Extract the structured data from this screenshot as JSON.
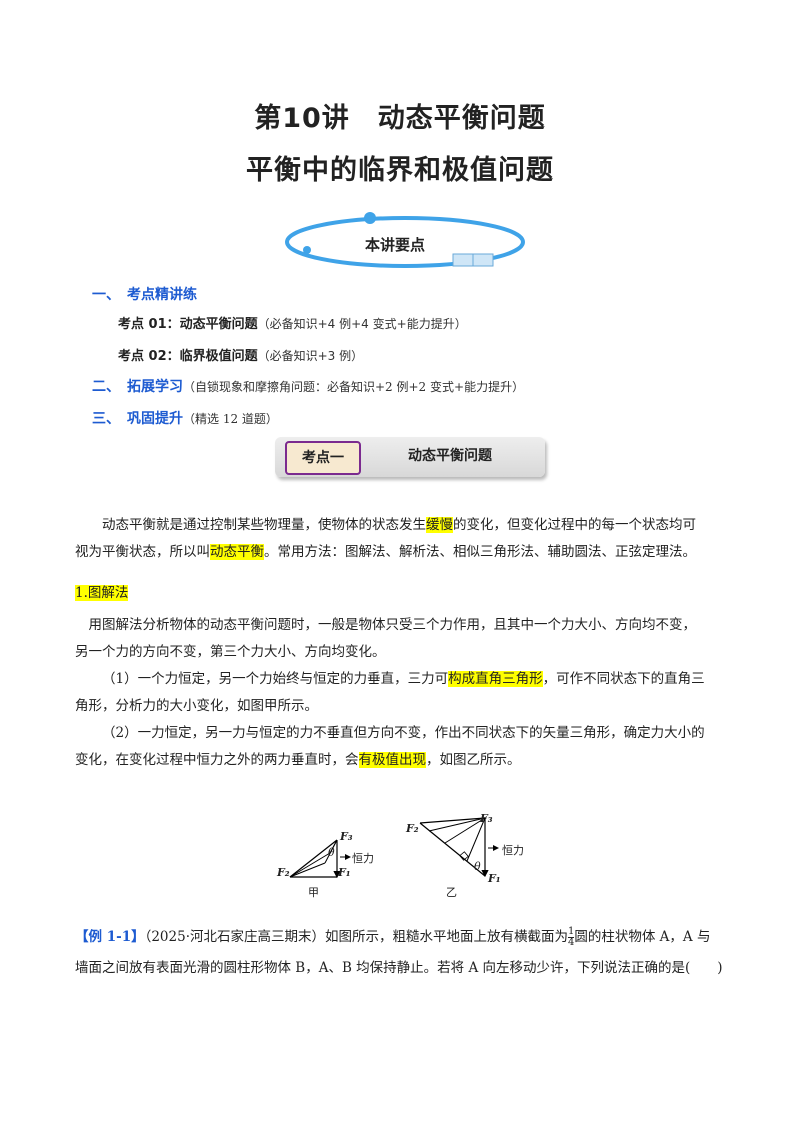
{
  "title1": "第10讲　动态平衡问题",
  "title2": "平衡中的临界和极值问题",
  "banner": "本讲要点",
  "toc": {
    "s1": "一、　考点精讲练",
    "kp1_label": "考点 01：动态平衡问题",
    "kp1_note": "（必备知识+4 例+4 变式+能力提升）",
    "kp2_label": "考点 02：临界极值问题",
    "kp2_note": "（必备知识+3 例）",
    "s2": "二、　拓展学习",
    "s2_note": "（自锁现象和摩擦角问题：必备知识+2 例+2 变式+能力提升）",
    "s3": "三、　巩固提升",
    "s3_note": "（精选 12 道题）"
  },
  "section_box": {
    "left": "考点一",
    "right": "动态平衡问题"
  },
  "p1": {
    "a": "动态平衡就是通过控制某些物理量，使物体的状态发生",
    "hl1": "缓慢",
    "b": "的变化，但变化过程中的每一个状态均可",
    "c": "视为平衡状态，所以叫",
    "hl2": "动态平衡",
    "d": "。常用方法：图解法、解析法、相似三角形法、辅助圆法、正弦定理法。"
  },
  "h1": "1.图解法",
  "p2": {
    "a": "用图解法分析物体的动态平衡问题时，一般是物体只受三个力作用，且其中一个力大小、方向均不变，",
    "b": "另一个力的方向不变，第三个力大小、方向均变化。"
  },
  "p3": {
    "a": "（1）一个力恒定，另一个力始终与恒定的力垂直，三力可",
    "hl": "构成直角三角形",
    "b": "，可作不同状态下的直角三",
    "c": "角形，分析力的大小变化，如图甲所示。"
  },
  "p4": {
    "a": "（2）一力恒定，另一力与恒定的力不垂直但方向不变，作出不同状态下的矢量三角形，确定力大小的",
    "b": "变化，在变化过程中恒力之外的两力垂直时，会",
    "hl": "有极值出现",
    "c": "，如图乙所示。"
  },
  "fig": {
    "jia": {
      "F3": "F₃",
      "theta": "θ",
      "const": "恒力",
      "F2": "F₂",
      "F1": "F₁",
      "caption": "甲"
    },
    "yi": {
      "F3": "F₃",
      "F2": "F₂",
      "theta": "θ",
      "const": "恒力",
      "F1": "F₁",
      "caption": "乙"
    }
  },
  "example": {
    "tag": "【例 1-1】",
    "a": "（2025·河北石家庄高三期末）如图所示，粗糙水平地面上放有横截面为",
    "frac_num": "1",
    "frac_den": "4",
    "b": "圆的柱状物体 A，A 与",
    "c": "墙面之间放有表面光滑的圆柱形物体 B，A、B 均保持静止。若将 A 向左移动少许，下列说法正确的是(　　)"
  },
  "colors": {
    "accent": "#1d5bd1",
    "highlight": "#ffff00",
    "box_border": "#7b2a8f"
  }
}
